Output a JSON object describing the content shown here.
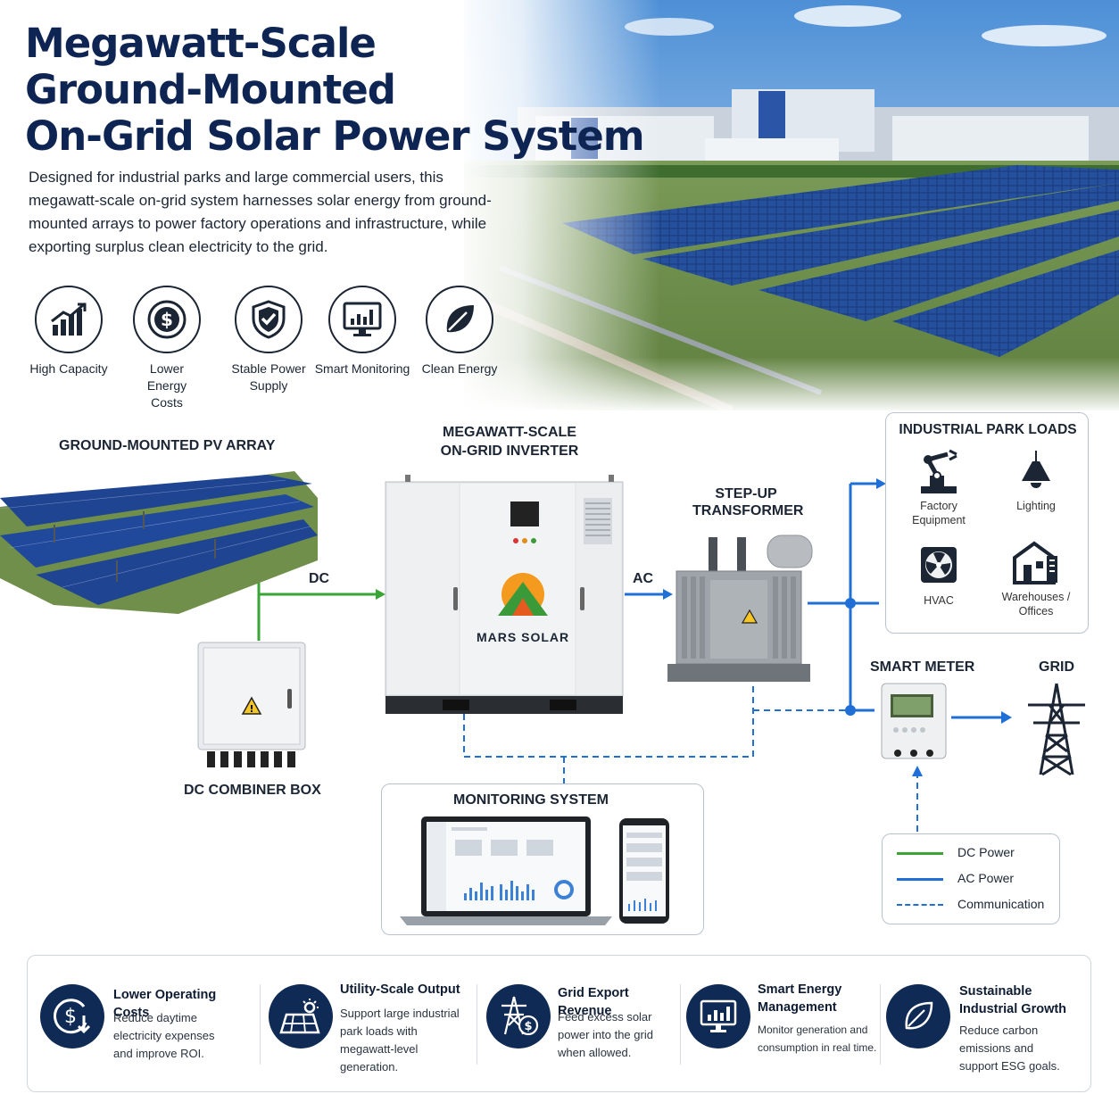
{
  "title": {
    "line1": "Megawatt-Scale",
    "line2": "Ground-Mounted",
    "line3": "On-Grid Solar Power System"
  },
  "intro": "Designed for industrial parks and large commercial users, this megawatt-scale on-grid system harnesses solar energy from ground-mounted arrays to power factory operations and infrastructure, while exporting surplus clean electricity to the grid.",
  "features": [
    {
      "label": "High Capacity",
      "icon": "growth-chart-icon"
    },
    {
      "label": "Lower Energy Costs",
      "icon": "dollar-coin-icon"
    },
    {
      "label": "Stable Power Supply",
      "icon": "shield-check-icon"
    },
    {
      "label": "Smart Monitoring",
      "icon": "monitor-chart-icon"
    },
    {
      "label": "Clean Energy",
      "icon": "leaf-icon"
    }
  ],
  "diagram": {
    "pv_array": "GROUND-MOUNTED PV ARRAY",
    "inverter_line1": "MEGAWATT-SCALE",
    "inverter_line2": "ON-GRID INVERTER",
    "inverter_brand": "MARS SOLAR",
    "transformer_line1": "STEP-UP",
    "transformer_line2": "TRANSFORMER",
    "combiner": "DC COMBINER BOX",
    "dc": "DC",
    "ac": "AC",
    "monitoring": "MONITORING SYSTEM",
    "smart_meter": "SMART METER",
    "grid": "GRID",
    "loads_title": "INDUSTRIAL PARK LOADS",
    "loads": [
      {
        "label": "Factory Equipment",
        "icon": "robot-arm-icon"
      },
      {
        "label": "Lighting",
        "icon": "pendant-lamp-icon"
      },
      {
        "label": "HVAC",
        "icon": "fan-icon"
      },
      {
        "label": "Warehouses / Offices",
        "icon": "warehouse-icon"
      }
    ]
  },
  "legend": [
    {
      "label": "DC Power",
      "color": "#3aa535",
      "style": "solid"
    },
    {
      "label": "AC Power",
      "color": "#1f6fd6",
      "style": "solid"
    },
    {
      "label": "Communication",
      "color": "#1f6fd6",
      "style": "dashed"
    }
  ],
  "benefits": [
    {
      "title": "Lower Operating Costs",
      "desc": "Reduce daytime electricity expenses and improve ROI.",
      "icon": "dollar-down-icon"
    },
    {
      "title": "Utility-Scale Output",
      "desc": "Support large industrial park loads with megawatt-level generation.",
      "icon": "solar-panel-sun-icon"
    },
    {
      "title": "Grid Export Revenue",
      "desc": "Feed excess solar power into the grid when allowed.",
      "icon": "tower-dollar-icon"
    },
    {
      "title": "Smart Energy Management",
      "desc": "Monitor generation and consumption in real time.",
      "icon": "monitor-chart-icon"
    },
    {
      "title": "Sustainable Industrial Growth",
      "desc": "Reduce carbon emissions and support ESG goals.",
      "icon": "leaf-icon"
    }
  ],
  "colors": {
    "navy": "#0e2452",
    "dc_green": "#3aa535",
    "ac_blue": "#1f6fd6",
    "panel_blue": "#1d3f86"
  }
}
